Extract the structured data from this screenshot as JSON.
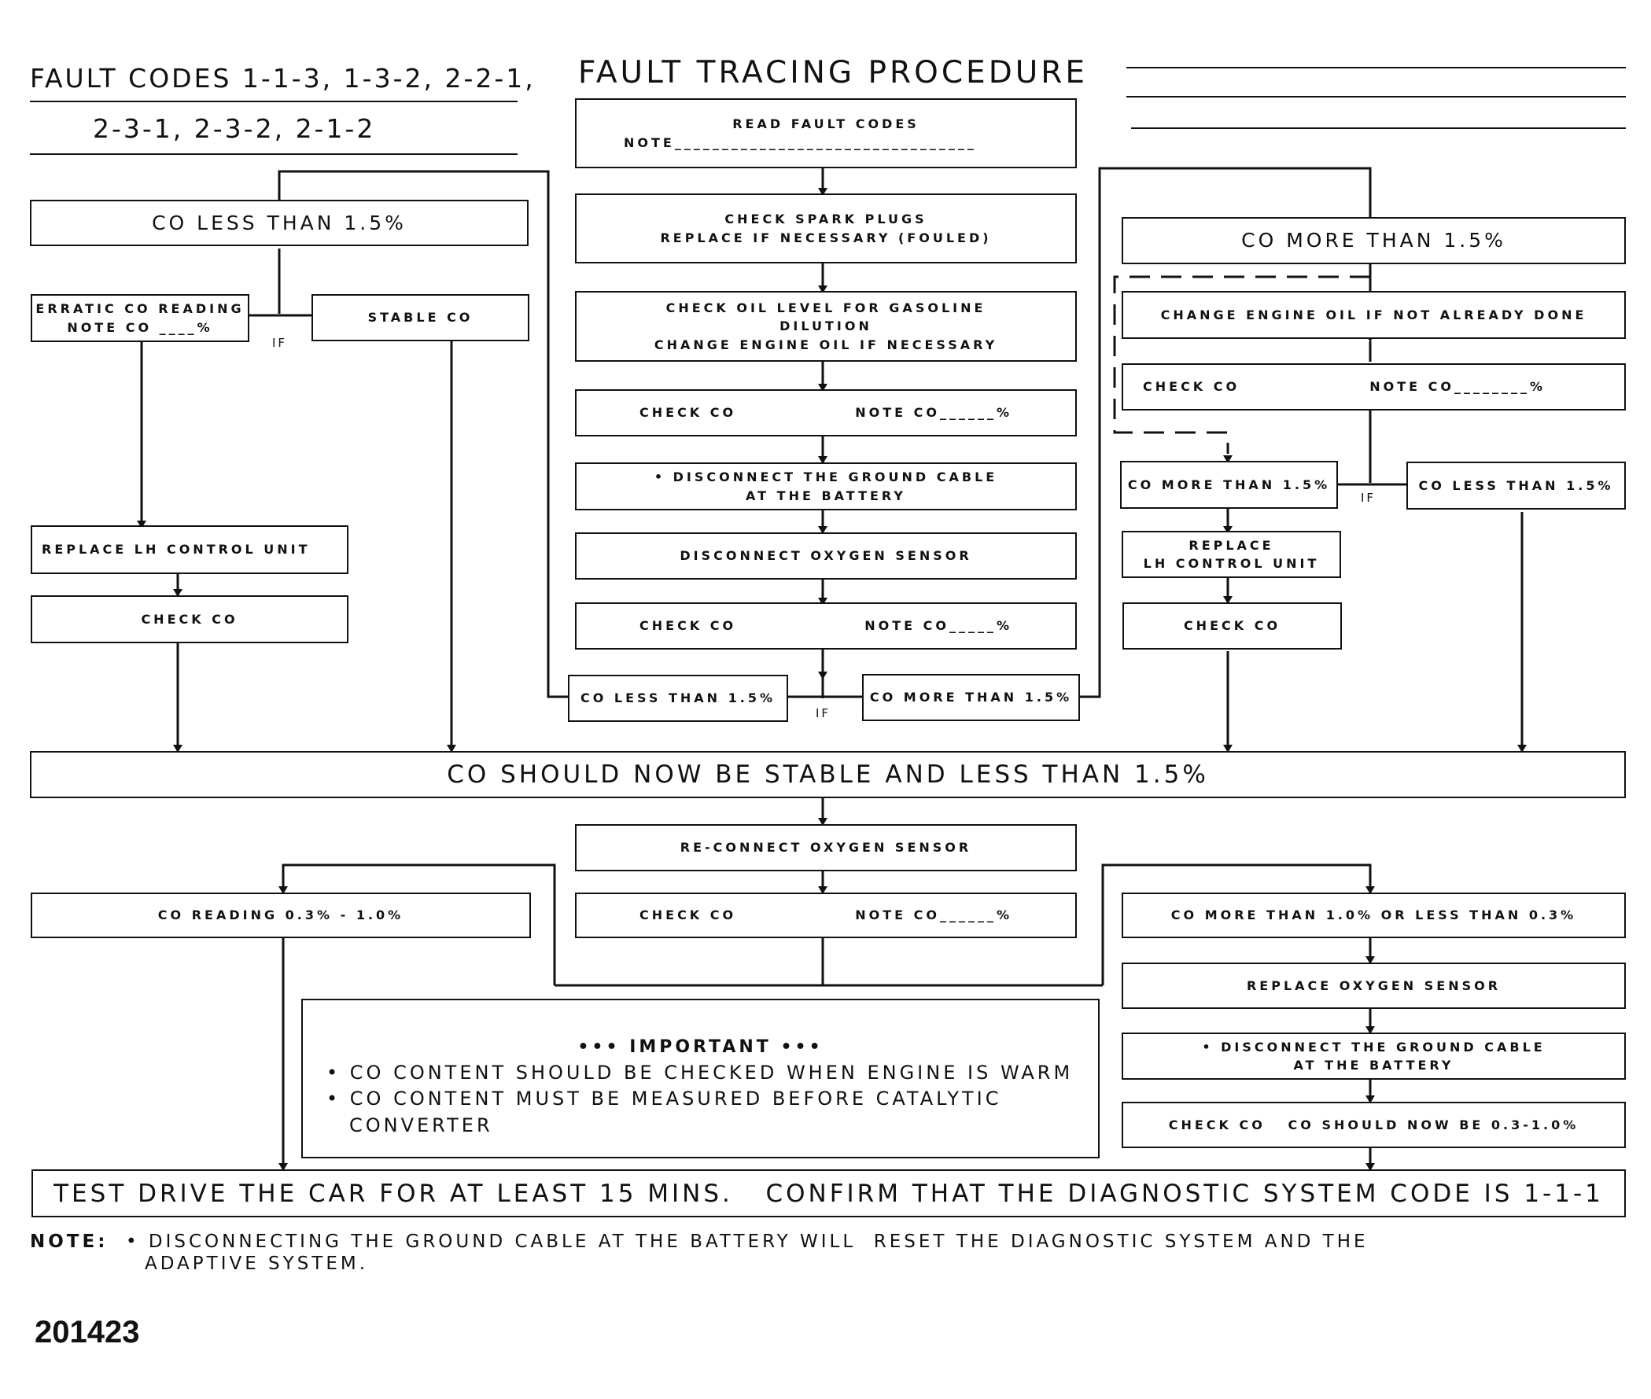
{
  "header": {
    "codes_line1": "FAULT CODES 1-1-3, 1-3-2, 2-2-1,",
    "codes_line2": "2-3-1, 2-3-2, 2-1-2",
    "title": "FAULT TRACING PROCEDURE"
  },
  "center": {
    "read_codes": "READ FAULT CODES",
    "read_note": "NOTE________________________________",
    "spark_plugs_1": "CHECK SPARK PLUGS",
    "spark_plugs_2": "REPLACE IF NECESSARY (FOULED)",
    "oil_1": "CHECK OIL LEVEL FOR GASOLINE",
    "oil_2": "DILUTION",
    "oil_3": "CHANGE ENGINE OIL IF NECESSARY",
    "check_co_1": "CHECK CO",
    "note_co_1": "NOTE CO______%",
    "disconnect_ground_1": "• DISCONNECT THE GROUND CABLE",
    "disconnect_ground_2": "AT THE BATTERY",
    "disconnect_oxygen": "DISCONNECT OXYGEN SENSOR",
    "check_co_2": "CHECK CO",
    "note_co_2": "NOTE CO_____%",
    "co_less": "CO LESS THAN 1.5%",
    "co_more": "CO MORE THAN 1.5%",
    "if_label": "IF"
  },
  "left": {
    "co_less": "CO LESS THAN 1.5%",
    "erratic_1": "ERRATIC CO READING",
    "erratic_2": "NOTE CO ____%",
    "stable": "STABLE CO",
    "if_label": "IF",
    "replace_lh": "REPLACE LH CONTROL UNIT",
    "check_co": "CHECK CO"
  },
  "right": {
    "co_more": "CO MORE THAN 1.5%",
    "change_oil": "CHANGE ENGINE OIL IF NOT ALREADY DONE",
    "check_co": "CHECK CO",
    "note_co": "NOTE CO________%",
    "co_more_small": "CO MORE THAN 1.5%",
    "co_less_small": "CO LESS THAN 1.5%",
    "if_label": "IF",
    "replace_1": "REPLACE",
    "replace_2": "LH CONTROL UNIT",
    "check_co_2": "CHECK CO"
  },
  "stable_bar": "CO SHOULD NOW BE STABLE AND LESS THAN 1.5%",
  "lower": {
    "reconnect": "RE-CONNECT OXYGEN SENSOR",
    "co_reading": "CO READING 0.3% - 1.0%",
    "check_co": "CHECK CO",
    "note_co": "NOTE CO______%",
    "co_range": "CO MORE THAN 1.0% OR LESS THAN 0.3%",
    "replace_oxygen": "REPLACE OXYGEN SENSOR",
    "disconnect_1": "• DISCONNECT THE GROUND CABLE",
    "disconnect_2": "AT THE BATTERY",
    "check_co_final": "CHECK CO   CO SHOULD NOW BE 0.3-1.0%"
  },
  "important": {
    "title": "••• IMPORTANT •••",
    "line1": "• CO CONTENT SHOULD BE CHECKED WHEN ENGINE IS WARM",
    "line2": "• CO CONTENT MUST BE MEASURED BEFORE CATALYTIC",
    "line3": "CONVERTER"
  },
  "test_drive": "TEST DRIVE THE CAR FOR AT LEAST 15 MINS.   CONFIRM THAT THE DIAGNOSTIC SYSTEM CODE IS 1-1-1",
  "footnote": {
    "label": "NOTE:",
    "line1": "• DISCONNECTING THE GROUND CABLE AT THE BATTERY WILL  RESET THE DIAGNOSTIC SYSTEM AND THE",
    "line2": "ADAPTIVE SYSTEM."
  },
  "figure_number": "201423"
}
